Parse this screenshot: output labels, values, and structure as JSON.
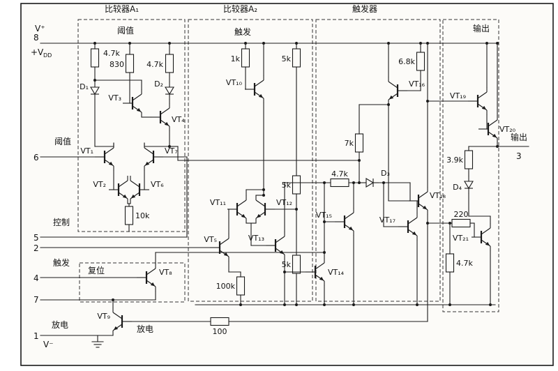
{
  "sections": {
    "a1": "比较器A₁",
    "a2": "比较器A₂",
    "ff": "触发器",
    "out": "输出"
  },
  "sublabels": {
    "threshold": "阈值",
    "trigger": "触发",
    "reset": "复位",
    "discharge": "放电"
  },
  "pins": {
    "vplus": "V⁺",
    "p8": "8",
    "vdd_main": "+V",
    "vdd_sub": "DD",
    "threshold": "阈值",
    "p6": "6",
    "control": "控制",
    "p5": "5",
    "p2": "2",
    "trigger": "触发",
    "p4": "4",
    "p7": "7",
    "discharge": "放电",
    "p1": "1",
    "vminus": "V⁻",
    "output": "输出",
    "p3": "3"
  },
  "res": {
    "a1_1": "4.7k",
    "a1_2": "830",
    "a1_3": "4.7k",
    "a1_tail": "10k",
    "a2_1": "1k",
    "a2_2": "5k",
    "a2_3": "5k",
    "a2_4": "5k",
    "a2_5": "100k",
    "ff_1": "6.8k",
    "ff_2": "7k",
    "ff_3": "4.7k",
    "out_1": "3.9k",
    "out_2": "220",
    "out_3": "4.7k",
    "dis": "100"
  },
  "vt": {
    "vt1": "VT₁",
    "vt2": "VT₂",
    "vt3": "VT₃",
    "vt4": "VT₄",
    "vt5": "VT₅",
    "vt6": "VT₆",
    "vt7": "VT₇",
    "vt8": "VT₈",
    "vt9": "VT₉",
    "vt10": "VT₁₀",
    "vt11": "VT₁₁",
    "vt12": "VT₁₂",
    "vt13": "VT₁₃",
    "vt14": "VT₁₄",
    "vt15": "VT₁₅",
    "vt16": "VT₁₆",
    "vt17": "VT₁₇",
    "vt18": "VT₁₈",
    "vt19": "VT₁₉",
    "vt20": "VT₂₀",
    "vt21": "VT₂₁"
  },
  "d": {
    "d1": "D₁",
    "d2": "D₂",
    "d3": "D₃",
    "d4": "D₄"
  }
}
